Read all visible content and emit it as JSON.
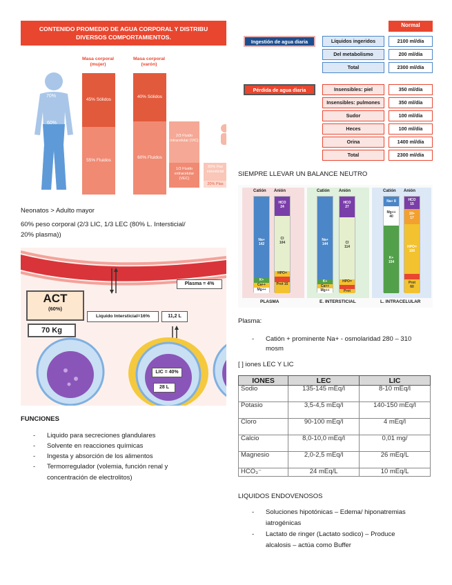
{
  "fig1": {
    "banner_line1": "CONTENIDO PROMEDIO DE AGUA CORPORAL Y DISTRIBU",
    "banner_line2": "DIVERSOS COMPORTAMIENTOS.",
    "col_mujer": "Masa corporal (mujer)",
    "col_varon": "Masa corporal (varón)",
    "pct_human": "60%",
    "pct_top": "70%",
    "mujer_solidos": "45% Sólidos",
    "mujer_fluidos": "55% Fluidos",
    "varon_solidos": "40% Sólidos",
    "varon_fluidos": "60% Fluidos",
    "ic_fluid": "2/3 Fluido intracelular (VIC)",
    "ec_fluid": "1/3 Fluido extracelular (VEC)",
    "frag_a": "80% Flui intersticial",
    "frag_b": "20% Plas"
  },
  "text": {
    "neonatos": "Neonatos > Adulto mayor",
    "peso_line1": "60% peso corporal (2/3 LIC, 1/3 LEC (80% L. Intersticial/",
    "peso_line2": "20% plasma))",
    "funciones_title": "FUNCIONES",
    "funciones": [
      "Liquido para secreciones glandulares",
      "Solvente en reacciones químicas",
      "Ingesta y absorción de los alimentos",
      "Termorregulador (volemia, función renal y"
    ],
    "funciones_cont": "concentración de electrolitos)",
    "balance": "SIEMPRE LLEVAR UN BALANCE NEUTRO",
    "plasma_title": "Plasma:",
    "plasma_item_1": "Catión + prominente Na+ - osmolaridad 280 – 310",
    "plasma_item_2": "mosm",
    "iones_title": "[ ] iones LEC Y LIC",
    "liquidos_title": "LIQUIDOS ENDOVENOSOS",
    "liq_1a": "Soluciones hipotónicas – Edema/ hiponatremias",
    "liq_1b": "iatrogénicas",
    "liq_2a": "Lactato de ringer (Lactato sodico) – Produce",
    "liq_2b": "alcalosis – actúa como Buffer"
  },
  "water": {
    "normal_header": "Normal",
    "ingestion_label": "Ingestión de agua diaria",
    "perdida_label": "Pérdida de agua diaria",
    "ingestion_rows": [
      {
        "name": "Líquidos ingeridos",
        "value": "2100 ml/día"
      },
      {
        "name": "Del metabolismo",
        "value": "200 ml/día"
      },
      {
        "name": "Total",
        "value": "2300 ml/día"
      }
    ],
    "perdida_rows": [
      {
        "name": "Insensibles: piel",
        "value": "350 ml/día"
      },
      {
        "name": "Insensibles: pulmones",
        "value": "350 ml/día"
      },
      {
        "name": "Sudor",
        "value": "100 ml/día"
      },
      {
        "name": "Heces",
        "value": "100 ml/día"
      },
      {
        "name": "Orina",
        "value": "1400 ml/día"
      },
      {
        "name": "Total",
        "value": "2300 ml/día"
      }
    ]
  },
  "ionfig": {
    "cation": "Catión",
    "anion": "Anión",
    "plasma": "PLASMA",
    "intersticial": "E. INTERSTICIAL",
    "intracelular": "L. INTRACELULAR",
    "na": "Na+",
    "na_plasma": "142",
    "na_inter": "144",
    "na_ic": "Na+ 8",
    "hco": "HCO",
    "hco_plasma": "24",
    "hco_inter": "27",
    "hco_ic": "15",
    "cl": "Cl",
    "cl_plasma": "104",
    "cl_inter": "114",
    "cl_ic": "10+",
    "k": "K+",
    "k_ic": "154",
    "mg": "Mg++",
    "mg_ic": "40",
    "ca": "Ca++",
    "hpo": "HPO=",
    "hpo_ic": "100",
    "prot": "Prot",
    "prot_plasma": "15",
    "prot_ic": "60",
    "so4_ic": "17"
  },
  "act": {
    "act": "ACT",
    "act_pct": "(60%)",
    "weight": "70 Kg",
    "plasma": "Plasma = 4%",
    "intersticial": "Liquido Intersticial=16%",
    "intersticial_l": "11,2 L",
    "lic": "LIC = 40%",
    "lic_l": "28 L"
  },
  "ions_table": {
    "headers": [
      "IONES",
      "LEC",
      "LIC"
    ],
    "rows": [
      [
        "Sodio",
        "135-145 mEq/l",
        "8-10 mEq/l"
      ],
      [
        "Potasio",
        "3,5-4,5 mEq/l",
        "140-150 mEq/l"
      ],
      [
        "Cloro",
        "90-100 mEq/l",
        "4 mEq/l"
      ],
      [
        "Calcio",
        "8,0-10,0 mEq/l",
        "0,01 mg/"
      ],
      [
        "Magnesio",
        "2,0-2,5 mEq/l",
        "26 mEq/L"
      ],
      [
        "HCO₃⁻",
        "24 mEq/L",
        "10 mEq/L"
      ]
    ]
  },
  "colors": {
    "red": "#e8462f",
    "blue": "#4a86c8",
    "navy": "#1f4e8c"
  }
}
